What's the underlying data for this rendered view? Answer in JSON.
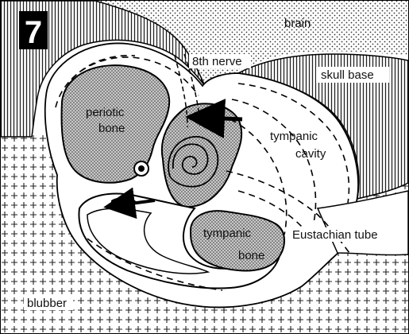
{
  "figure": {
    "panel_number": "7",
    "labels": {
      "brain": "brain",
      "nerve": "8th nerve",
      "skull_base": "skull base",
      "periotic_bone": [
        "periotic",
        "bone"
      ],
      "tympanic_cavity": [
        "tympanic",
        "cavity"
      ],
      "tympanic_bone": [
        "tympanic",
        "bone"
      ],
      "eustachian_tube": "Eustachian tube",
      "blubber": "blubber"
    }
  }
}
